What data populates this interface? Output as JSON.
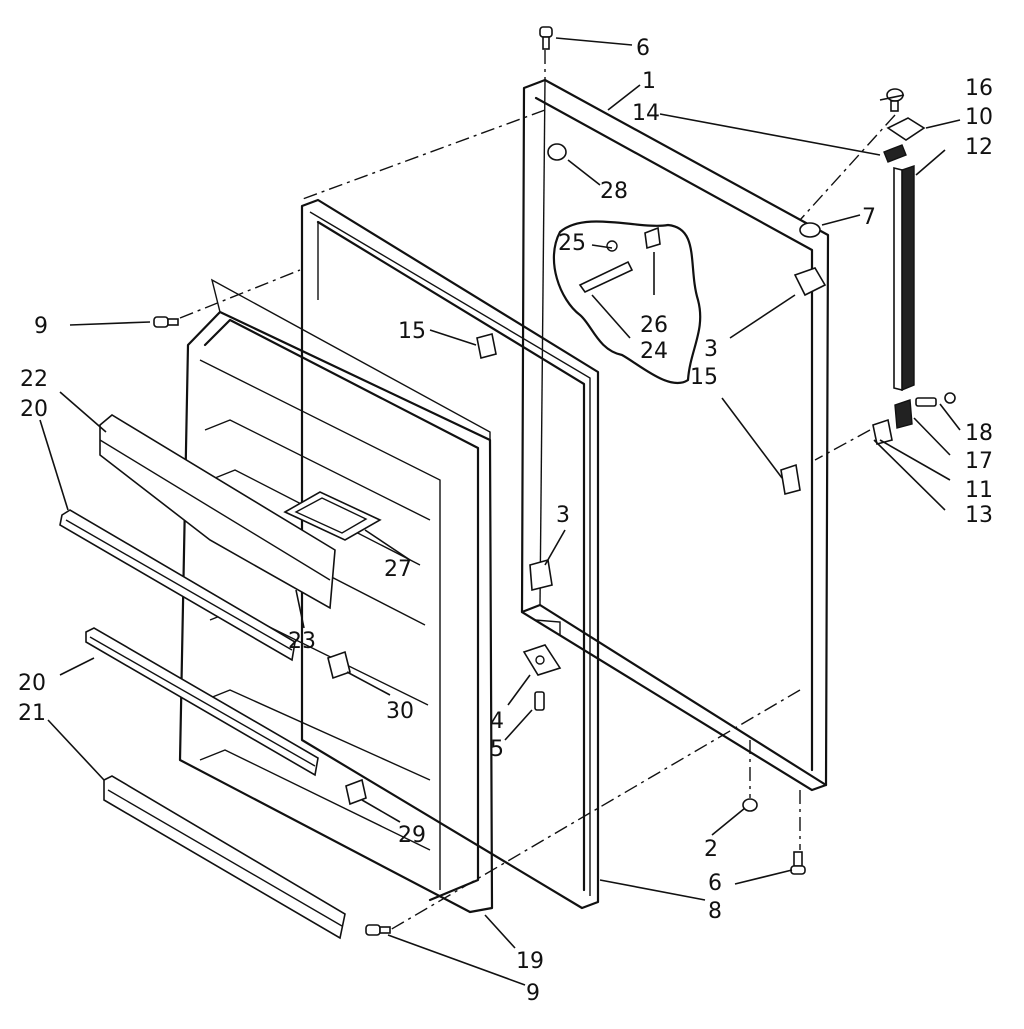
{
  "callouts": {
    "c1": "1",
    "c2": "2",
    "c3a": "3",
    "c3b": "3",
    "c4": "4",
    "c5": "5",
    "c6a": "6",
    "c6b": "6",
    "c7": "7",
    "c8": "8",
    "c9a": "9",
    "c9b": "9",
    "c10": "10",
    "c11": "11",
    "c12": "12",
    "c13": "13",
    "c14": "14",
    "c15a": "15",
    "c15b": "15",
    "c16": "16",
    "c17": "17",
    "c18": "18",
    "c19": "19",
    "c20a": "20",
    "c20b": "20",
    "c21": "21",
    "c22": "22",
    "c23": "23",
    "c24": "24",
    "c25": "25",
    "c26": "26",
    "c27": "27",
    "c28": "28",
    "c29": "29",
    "c30": "30"
  }
}
